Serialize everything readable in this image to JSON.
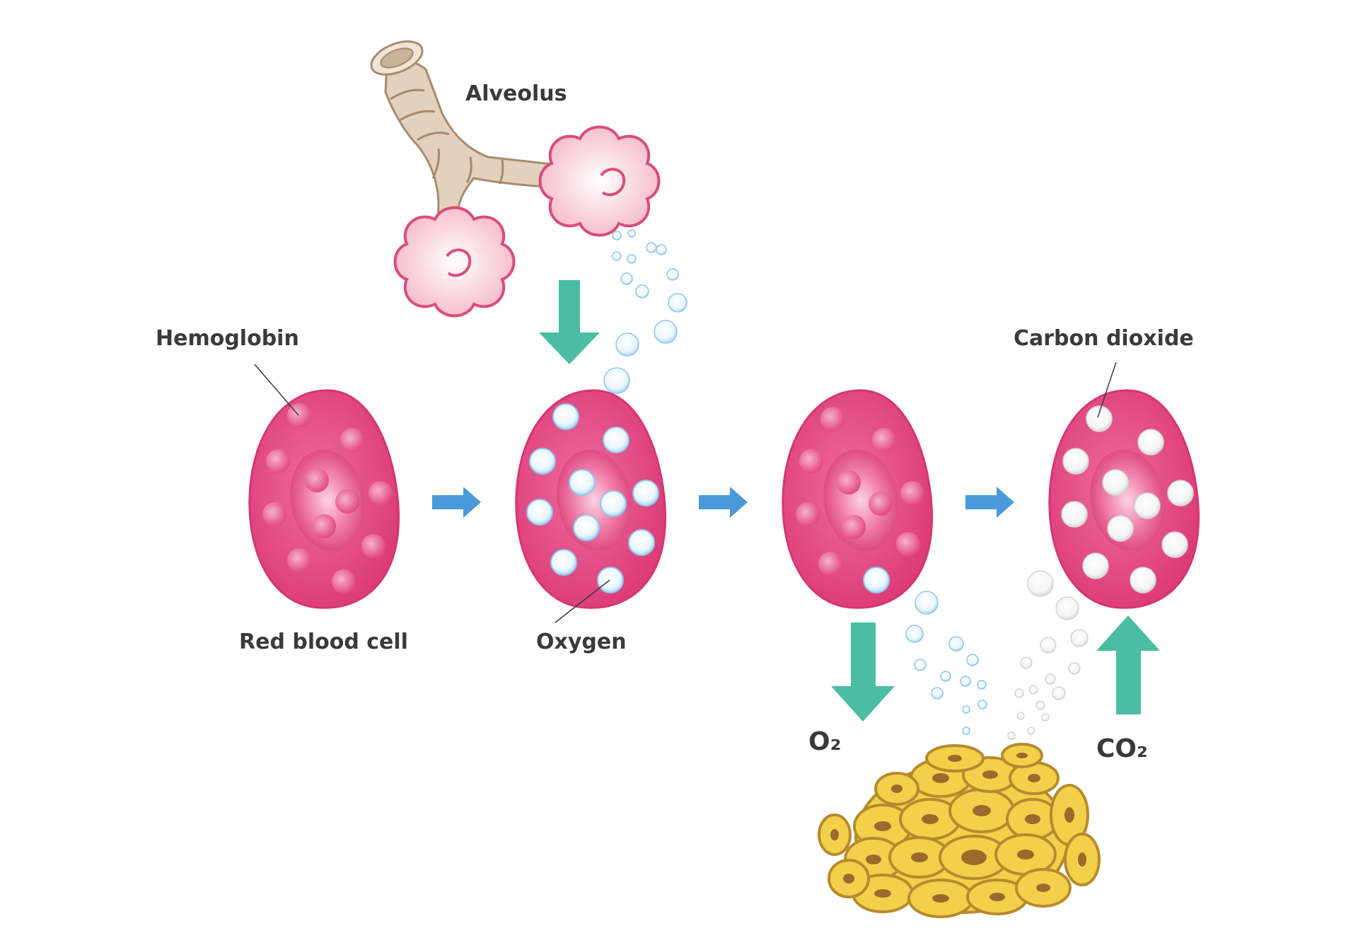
{
  "labels": {
    "alveolus": "Alveolus",
    "hemoglobin": "Hemoglobin",
    "red_blood_cell": "Red blood cell",
    "oxygen": "Oxygen",
    "carbon_dioxide": "Carbon dioxide",
    "o2": "O₂",
    "co2": "CO₂"
  },
  "colors": {
    "cell": "#e04a82",
    "cell_outline": "#d93a78",
    "oxygen_bubble": "#c8e6f7",
    "co2_bubble": "#e8e8e8",
    "flow_arrow": "#4bbda3",
    "step_arrow": "#4a9ad9",
    "tissue": "#f2d14a",
    "tissue_outline": "#b78a2e",
    "alveolus_fill": "#fbd3dc",
    "alveolus_outline": "#d94d7a",
    "bronchus": "#e1d1bd"
  }
}
